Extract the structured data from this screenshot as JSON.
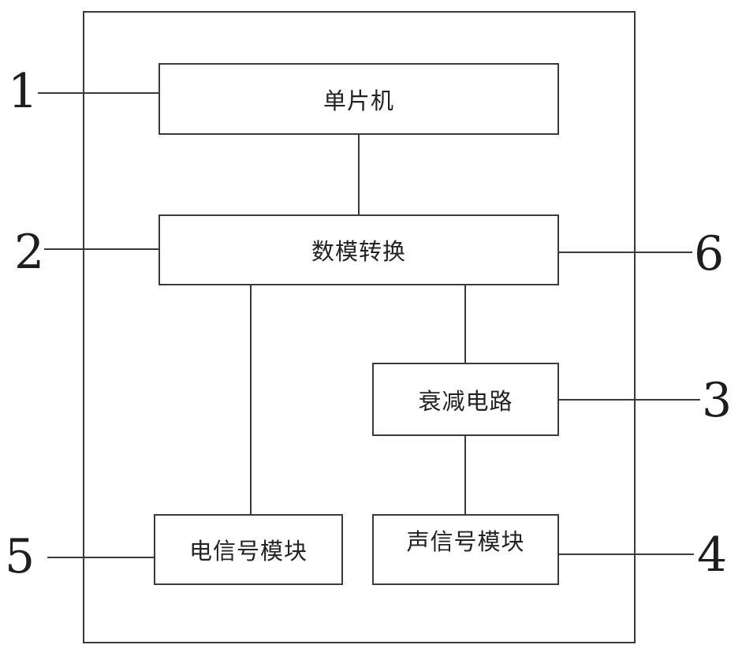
{
  "diagram": {
    "blocks": {
      "mcu": "单片机",
      "dac": "数模转换",
      "attenuator": "衰减电路",
      "electric_module": "电信号模块",
      "acoustic_module": "声信号模块"
    },
    "reference_numbers": {
      "mcu": "1",
      "dac_left": "2",
      "attenuator": "3",
      "acoustic_module": "4",
      "electric_module": "5",
      "dac_right": "6"
    },
    "line_color": "#3a3a3a"
  }
}
